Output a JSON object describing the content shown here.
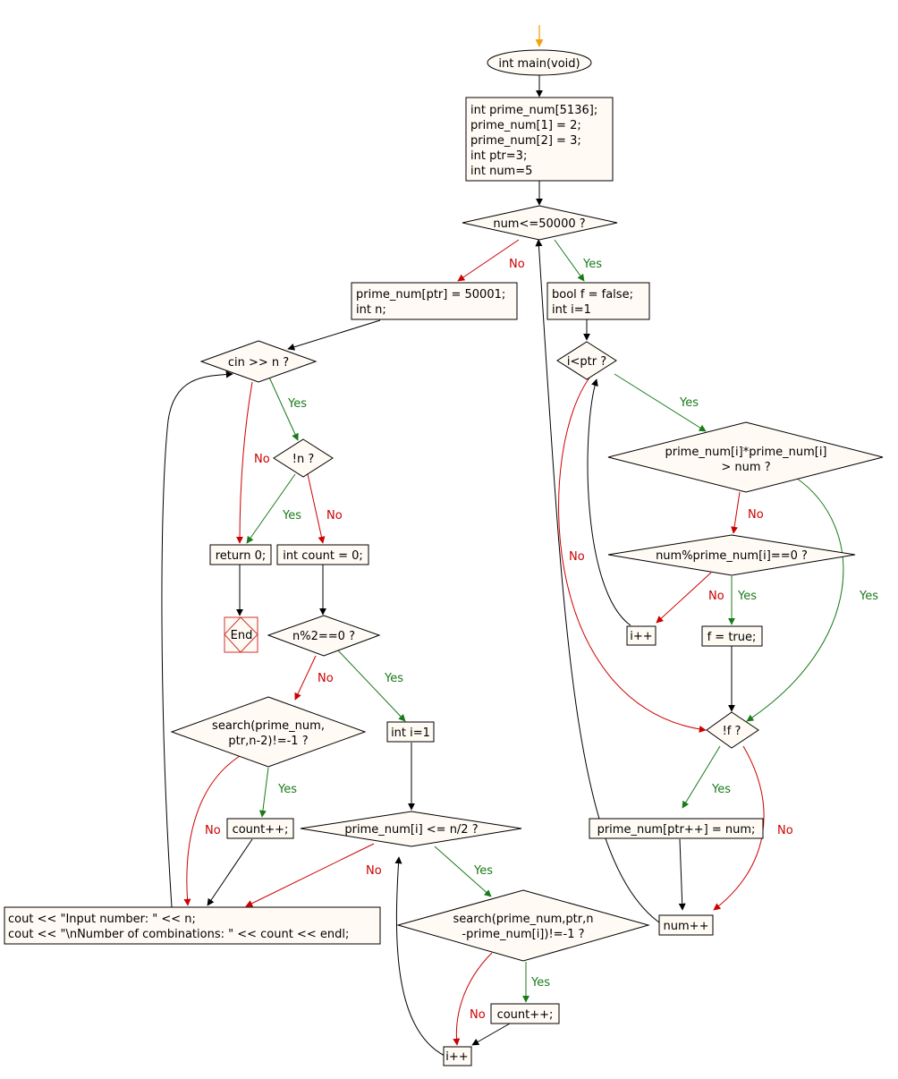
{
  "colors": {
    "yes": "#1a7a1a",
    "no": "#cc0000",
    "default": "#000000",
    "start": "#f2a20f",
    "node_fill": "#fffaf3",
    "end_border": "#cc3333"
  },
  "nodes": {
    "start": "int main(void)",
    "init": [
      "int prime_num[5136];",
      "prime_num[1] = 2;",
      "prime_num[2] = 3;",
      "int ptr=3;",
      "int num=5"
    ],
    "while_num": "num<=50000 ?",
    "sentinel": [
      "prime_num[ptr] = 50001;",
      "int n;"
    ],
    "cin": "cin >> n ?",
    "not_n": "!n ?",
    "return0": "return 0;",
    "end": "End",
    "count_init": "int count = 0;",
    "n_mod2": "n%2==0 ?",
    "search_odd": [
      "search(prime_num,",
      "ptr,n-2)!=-1 ?"
    ],
    "count_inc_a": "count++;",
    "int_i_b": "int i=1",
    "while_half": "prime_num[i] <= n/2 ?",
    "search_even": [
      "search(prime_num,ptr,n",
      "-prime_num[i])!=-1 ?"
    ],
    "count_inc_b": "count++;",
    "i_inc_b": "i++",
    "cout": [
      "cout << \"Input number: \" << n;",
      "cout << \"\\nNumber of combinations: \" << count << endl;"
    ],
    "bool_f": [
      "bool f = false;",
      "int i=1"
    ],
    "i_lt_ptr": "i<ptr ?",
    "square_gt": [
      "prime_num[i]*prime_num[i]",
      "> num ?"
    ],
    "num_mod": "num%prime_num[i]==0 ?",
    "i_inc_a": "i++",
    "f_true": "f = true;",
    "not_f": "!f ?",
    "store": "prime_num[ptr++] = num;",
    "num_inc": "num++"
  },
  "edge_labels": {
    "yes": "Yes",
    "no": "No"
  }
}
